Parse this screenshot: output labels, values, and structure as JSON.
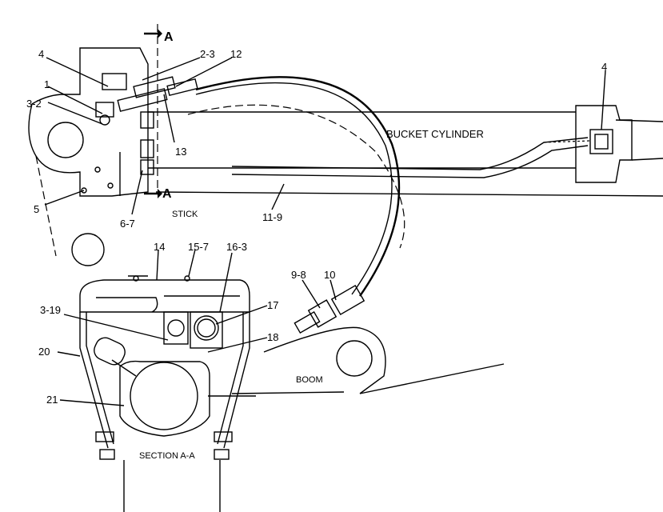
{
  "labels": {
    "section_a_top": "A",
    "section_a_bottom": "A",
    "bucket_cylinder": "BUCKET CYLINDER",
    "stick": "STICK",
    "boom": "BOOM",
    "section_aa": "SECTION A-A"
  },
  "callouts": {
    "c4_left": "4",
    "c2_3": "2-3",
    "c12": "12",
    "c1": "1",
    "c3_2": "3-2",
    "c13": "13",
    "c5": "5",
    "c6_7": "6-7",
    "c11_9": "11-9",
    "c4_right": "4",
    "c14": "14",
    "c15_7": "15-7",
    "c16_3": "16-3",
    "c9_8": "9-8",
    "c10": "10",
    "c3_19": "3-19",
    "c17": "17",
    "c18": "18",
    "c20": "20",
    "c21": "21"
  }
}
